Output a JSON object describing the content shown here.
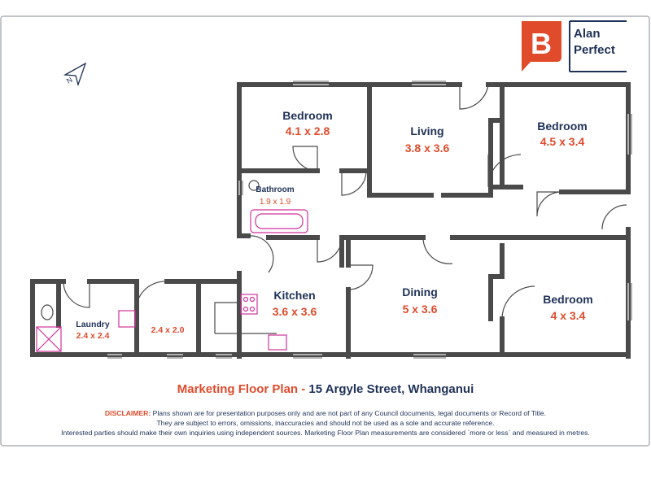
{
  "brand": {
    "logo_letter": "B",
    "name_line1": "Alan",
    "name_line2": "Perfect",
    "accent_color": "#e04b2c",
    "text_color": "#1f3158"
  },
  "compass": {
    "label": "N"
  },
  "rooms": {
    "bedroom_1": {
      "name": "Bedroom",
      "dims": "4.1 x 2.8"
    },
    "living": {
      "name": "Living",
      "dims": "3.8 x 3.6"
    },
    "bedroom_2": {
      "name": "Bedroom",
      "dims": "4.5 x 3.4"
    },
    "bathroom": {
      "name": "Bathroom",
      "dims": "1.9 x 1.9"
    },
    "kitchen": {
      "name": "Kitchen",
      "dims": "3.6 x 3.6"
    },
    "dining": {
      "name": "Dining",
      "dims": "5 x 3.6"
    },
    "bedroom_3": {
      "name": "Bedroom",
      "dims": "4 x 3.4"
    },
    "laundry": {
      "name": "Laundry",
      "dims": "2.4 x 2.4"
    },
    "room_unnamed": {
      "dims": "2.4 x 2.0"
    }
  },
  "footer": {
    "title_part1": "Marketing Floor Plan - ",
    "title_part2": "15 Argyle Street, Whanganui",
    "disclaimer_label": "DISCLAIMER:",
    "disclaimer_line1": "Plans shown are for presentation purposes only and are not part of any Council documents, legal documents or Record of Title.",
    "disclaimer_line2": "They are subject to errors, omissions, inaccuracies and should not be used as a sole and accurate reference.",
    "disclaimer_line3": "Interested parties should make their own inquiries using independent sources. Marketing Floor Plan measurements are considered `more or less` and measured in metres."
  }
}
